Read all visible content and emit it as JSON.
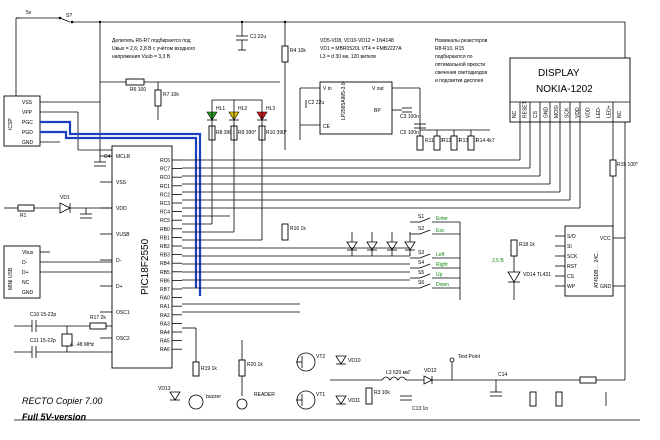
{
  "power": {
    "vcc": "5v",
    "switch": "S?"
  },
  "notes": {
    "divider": [
      "Делитель R6-R7 подбирается под",
      "Uвых = 2,6; 2,8 В с учётом входного",
      "напряжения Vusb = 3,3 В"
    ],
    "diodes": [
      "VD5-VD8, VD10-VD12 = 1N4148",
      "VD1 = MBR0520L   VT4 = FMB2227A",
      "L3 = d 30 мк, 120 витков"
    ],
    "resistors": [
      "Номиналы резисторов",
      "R8-R10, R15",
      "подбираются по",
      "оптимальной яркости",
      "свечения светодиодов",
      "и подсветки дисплея"
    ]
  },
  "display": {
    "line1": "DISPLAY",
    "line2": "NOKIA-1202",
    "pins": [
      "NC",
      "RESET",
      "CS",
      "GND",
      "MOSI",
      "SCK",
      "VDD",
      "VDD",
      "LED-",
      "LED+",
      "NC"
    ]
  },
  "icsp": {
    "label": "ICSP",
    "pins": [
      "VSS",
      "VPP",
      "PGC",
      "PGD",
      "GND"
    ]
  },
  "usb": {
    "label": "MINI USB",
    "pins": [
      "Vbus",
      "D-",
      "D+",
      "NC",
      "GND"
    ]
  },
  "mcu": {
    "name": "PIC18F2550",
    "left_pins": [
      "MCLR",
      "VSS",
      "VDD",
      "VUSB",
      "D-",
      "D+",
      "OSC1",
      "OSC2"
    ],
    "right_pins": [
      "RC6",
      "RC7",
      "RC0",
      "RC1",
      "RC2",
      "RC3",
      "RC4",
      "RC5",
      "RB0",
      "RB1",
      "RB2",
      "RB3",
      "RB4",
      "RB5",
      "RB6",
      "RB7",
      "RA0",
      "RA1",
      "RA2",
      "RA3",
      "RA4",
      "RA5",
      "RA6"
    ]
  },
  "reg": {
    "name": "LP2985AIM5-3.0",
    "pins": [
      "V in",
      "CE",
      "V out",
      "BP"
    ]
  },
  "eeprom": {
    "name": "AT45DB ... 24C..",
    "pins_left": [
      "S/O",
      "SI",
      "SCK",
      "RST",
      "CS",
      "WP"
    ],
    "pins_right": [
      "VCC",
      "GND"
    ]
  },
  "leds": {
    "labels": [
      "HL1",
      "HL2",
      "HL3"
    ],
    "resistors": [
      "R8\n390*",
      "R9\n390*",
      "R10\n390*"
    ]
  },
  "buttons": {
    "labels": [
      "Enter",
      "Esc",
      "Left",
      "Right",
      "Up",
      "Down"
    ],
    "switches": [
      "S1",
      "S2",
      "S3",
      "S4",
      "S5",
      "S6"
    ]
  },
  "parts": {
    "r1": "R1",
    "r3": "R3\n10k",
    "r4": "R4\n10k",
    "r6": "R6\n100",
    "r7": "R7\n10k",
    "r11": "R11\n4k7",
    "r12": "R12\n4k7",
    "r13": "R13\n4k7",
    "r14": "R14\n4k7",
    "r15": "R15\n100*",
    "r16": "R16\n1k",
    "r18": "R18\n1k",
    "r20": "R20\n1k",
    "c1": "C1\n22u",
    "c2": "C2\n22u",
    "c3": "C3\n100n",
    "c4": "C4\n470n",
    "c5": "C5\n100n",
    "c10": "C10\n15-22p",
    "c11": "C11\n15-22p",
    "c14": "C14",
    "q1": "4...48 MHz",
    "r17": "R17\n2k",
    "vd1": "VD1",
    "vd12": "VD12",
    "vt1": "VT1",
    "vt2": "VT2",
    "vd10": "VD10",
    "vd11": "VD11",
    "l3": "L3\n620 мкГ",
    "c13": "C13\n1n",
    "testpoint": "Test Point",
    "reader": "READER",
    "buzzer": "buzzer",
    "vd13": "VD13",
    "r19": "R19\n1k",
    "vd14": "VD14\nTL431",
    "vd15": "2,5 В"
  },
  "footer": {
    "title": "RECTO Copier 7.00",
    "subtitle": "Full 5V-version"
  }
}
